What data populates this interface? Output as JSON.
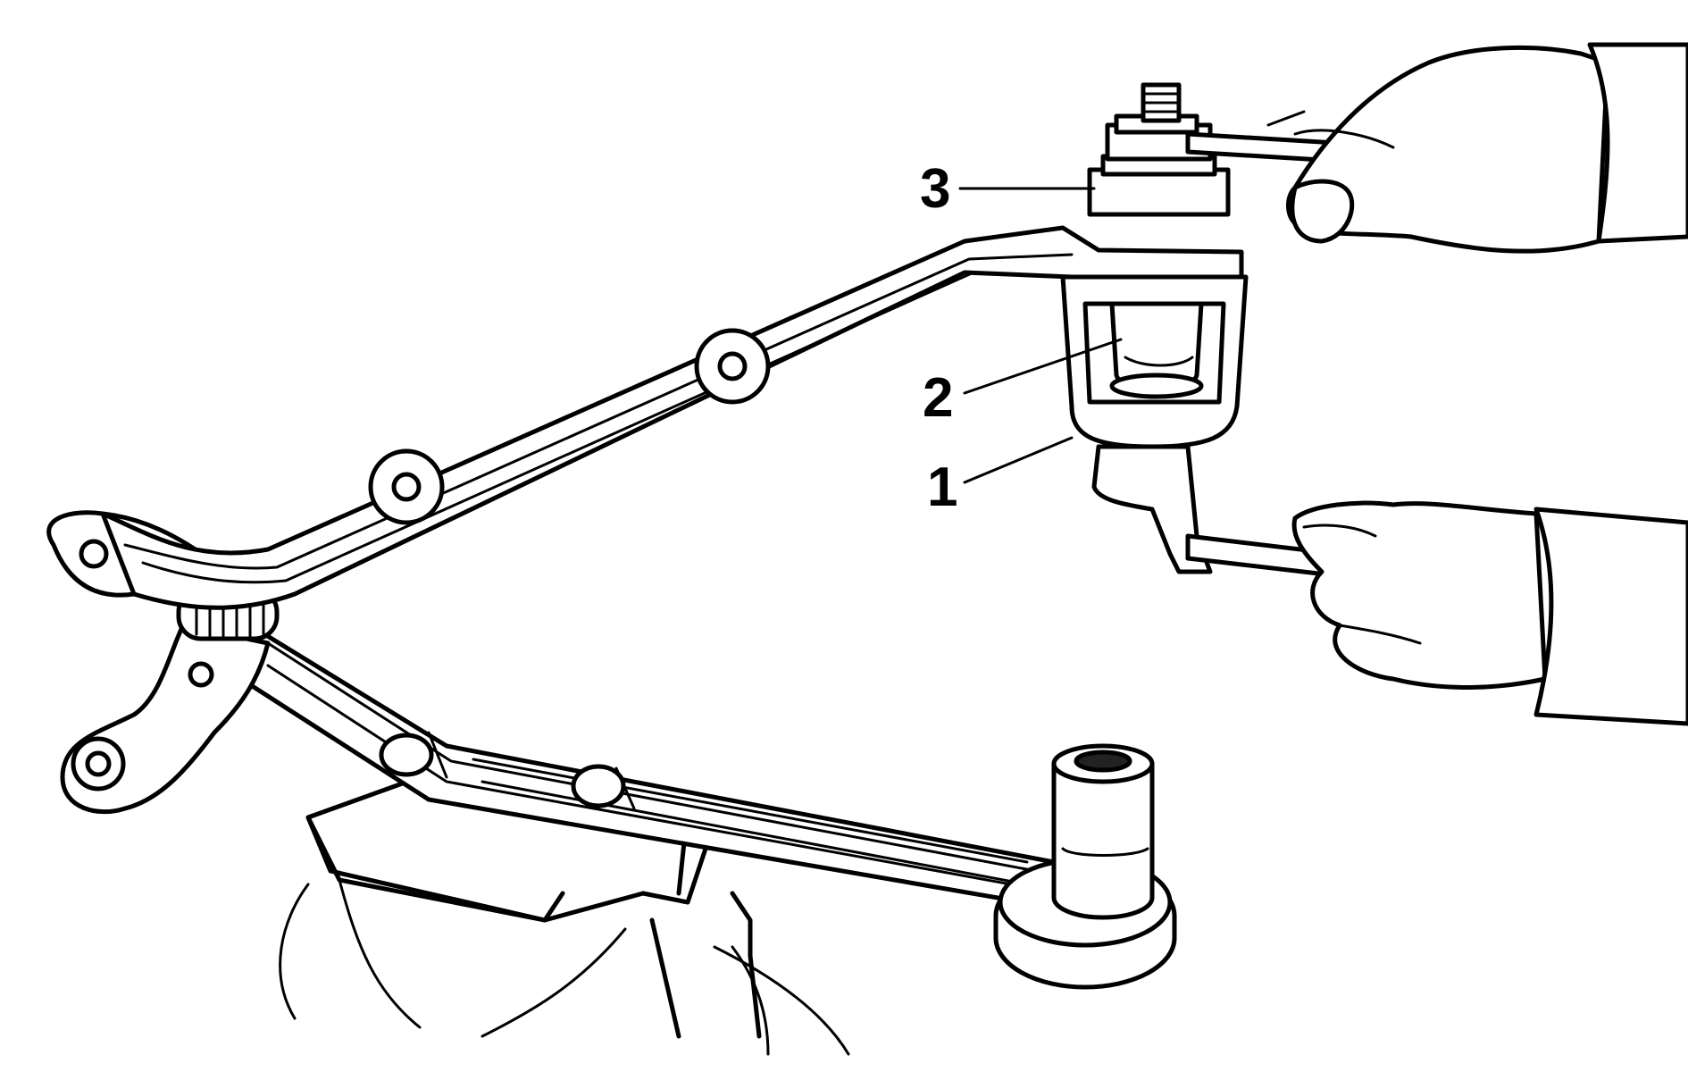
{
  "callouts": [
    {
      "id": "1",
      "text": "1"
    },
    {
      "id": "2",
      "text": "2"
    },
    {
      "id": "3",
      "text": "3"
    }
  ],
  "colors": {
    "ink": "#000000",
    "paper": "#ffffff"
  }
}
